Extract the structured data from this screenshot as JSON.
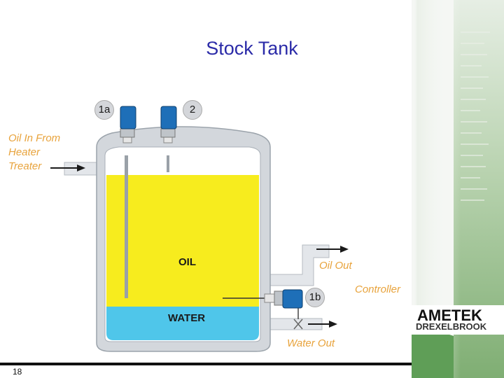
{
  "slide": {
    "title": "Stock Tank",
    "slide_number": "18"
  },
  "labels": {
    "inlet_line1": "Oil  In From",
    "inlet_line2": "Heater",
    "inlet_line3": "Treater",
    "oil": "OIL",
    "water": "WATER",
    "oil_out": "Oil Out",
    "controller": "Controller",
    "water_out": "Water Out"
  },
  "instruments": {
    "tag_1a": "1a",
    "tag_2": "2",
    "tag_1b": "1b"
  },
  "logo": {
    "brand": "AMETEK",
    "division": "DREXELBROOK"
  },
  "colors": {
    "title": "#2b2ba8",
    "label": "#e8a33c",
    "oil": "#f7ec1e",
    "water": "#4fc6ea",
    "tank_shell": "#cfd3d8",
    "instrument": "#1e6fb8"
  }
}
